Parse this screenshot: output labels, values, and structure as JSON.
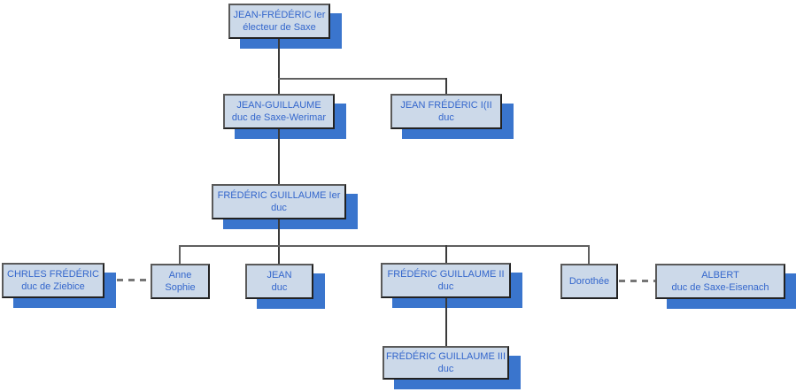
{
  "diagram": {
    "type": "family-tree-org-chart",
    "background": "#ffffff"
  },
  "colors": {
    "node_fill": "#ccd9e9",
    "node_border": "#5a5a5a",
    "node_shadow_blue": "#3a75cd",
    "node_text_blue": "#3366cc",
    "connector": "#3a3a3a",
    "dashed_connector": "#767676"
  },
  "nodes": {
    "jf1": {
      "line1": "JEAN-FRÉDÉRIC Ier",
      "line2": "électeur de Saxe"
    },
    "jg": {
      "line1": "JEAN-GUILLAUME",
      "line2": "duc de Saxe-Werimar"
    },
    "jf2": {
      "line1": "JEAN FRÉDÉRIC I(II",
      "line2": "duc"
    },
    "fg1": {
      "line1": "FRÉDÉRIC GUILLAUME Ier",
      "line2": "duc"
    },
    "cf": {
      "line1": "CHRLES FRÉDÉRIC",
      "line2": "duc de Ziebice"
    },
    "as": {
      "line1": "Anne",
      "line2": "Sophie"
    },
    "jn": {
      "line1": "JEAN",
      "line2": "duc"
    },
    "fg2": {
      "line1": "FRÉDÉRIC GUILLAUME II",
      "line2": "duc"
    },
    "dt": {
      "line1": "Dorothée"
    },
    "ab": {
      "line1": "ALBERT",
      "line2": "duc de Saxe-Eisenach"
    },
    "fg3": {
      "line1": "FRÉDÉRIC GUILLAUME III",
      "line2": "duc"
    }
  },
  "edges": [
    {
      "from": "jf1",
      "to": "jg",
      "style": "solid"
    },
    {
      "from": "jf1",
      "to": "jf2",
      "style": "solid"
    },
    {
      "from": "jg",
      "to": "fg1",
      "style": "solid"
    },
    {
      "from": "fg1",
      "to": "as",
      "style": "solid"
    },
    {
      "from": "fg1",
      "to": "jn",
      "style": "solid"
    },
    {
      "from": "fg1",
      "to": "fg2",
      "style": "solid"
    },
    {
      "from": "fg1",
      "to": "dt",
      "style": "solid"
    },
    {
      "from": "cf",
      "to": "as",
      "style": "dashed"
    },
    {
      "from": "dt",
      "to": "ab",
      "style": "dashed"
    },
    {
      "from": "fg2",
      "to": "fg3",
      "style": "solid"
    }
  ]
}
